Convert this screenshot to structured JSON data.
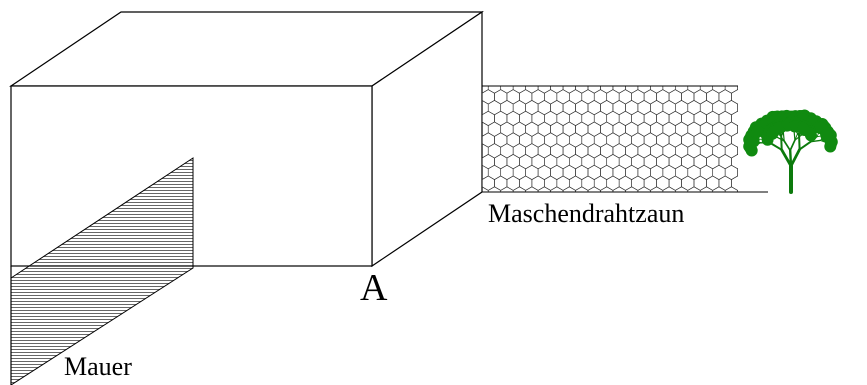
{
  "labels": {
    "point": "A",
    "fence": "Maschendrahtzaun",
    "wall": "Mauer"
  },
  "colors": {
    "stroke": "#000000",
    "wall_hatch": "#555555",
    "fence_mesh": "#333333",
    "tree_foliage": "#108a10",
    "tree_trunk": "#0c7a0c"
  }
}
